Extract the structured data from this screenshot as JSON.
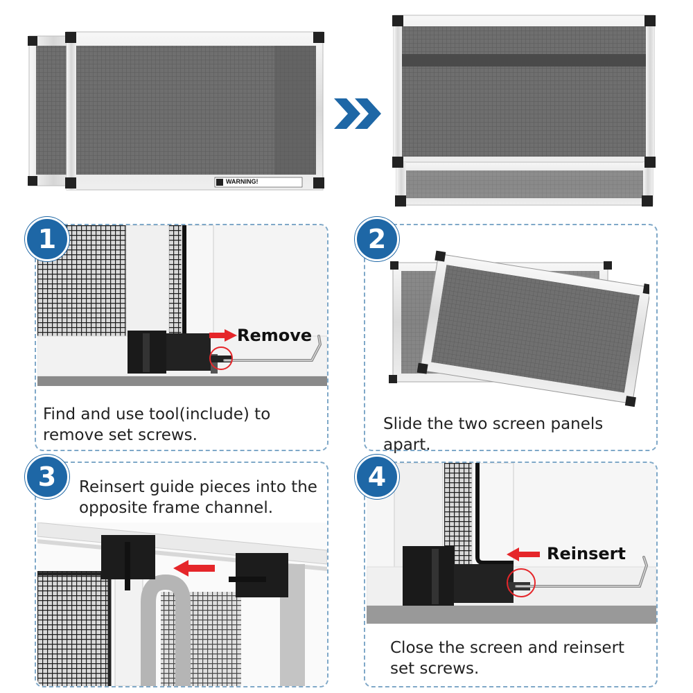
{
  "top": {
    "warning_label": "WARNING!",
    "arrow_icon": "double-chevron-right-icon"
  },
  "steps": [
    {
      "number": "1",
      "caption": "Find and use tool(include) to remove set screws.",
      "callout": "Remove"
    },
    {
      "number": "2",
      "caption": "Slide the two screen panels apart."
    },
    {
      "number": "3",
      "caption": "Reinsert guide pieces into the opposite frame channel."
    },
    {
      "number": "4",
      "caption": "Close the screen and reinsert set screws.",
      "callout": "Reinsert"
    }
  ],
  "colors": {
    "accent": "#1e67a6",
    "arrow_red": "#e5262a",
    "frame": "#e8e8e8",
    "mesh": "#6e6e6e",
    "panel_border": "#7fa8c8"
  }
}
